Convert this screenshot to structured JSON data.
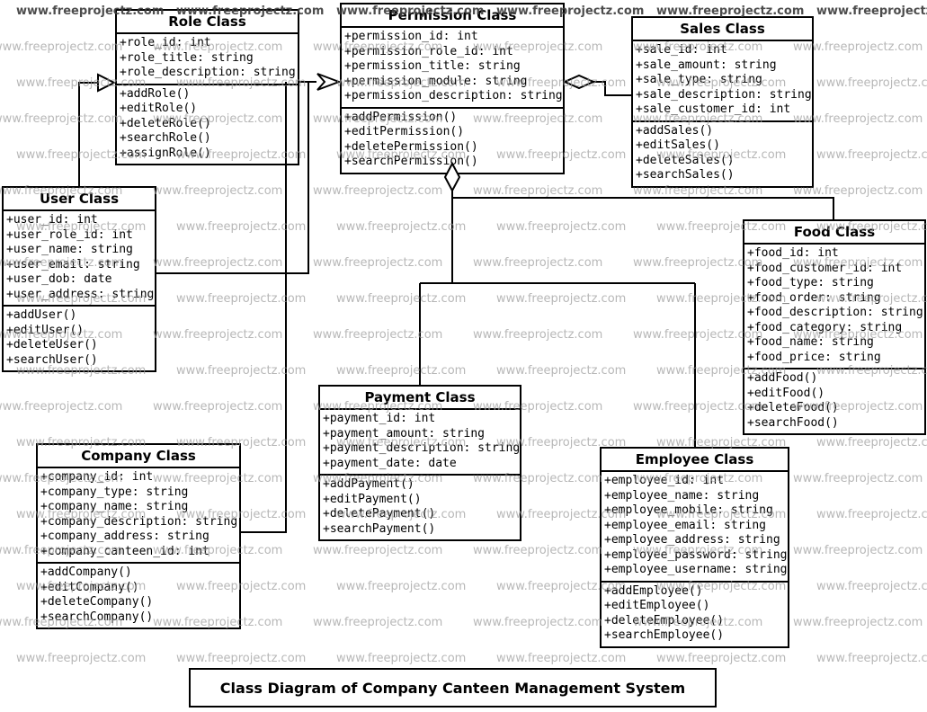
{
  "watermark": {
    "text": "www.freeprojectz.com"
  },
  "diagram_title": "Class Diagram of Company Canteen Management System",
  "classes": {
    "role": {
      "title": "Role Class",
      "attributes": [
        "+role_id: int",
        "+role_title: string",
        "+role_description: string"
      ],
      "methods": [
        "+addRole()",
        "+editRole()",
        "+deleteRole()",
        "+searchRole()",
        "+assignRole()"
      ]
    },
    "permission": {
      "title": "Permission Class",
      "attributes": [
        "+permission_id: int",
        "+permission_role_id: int",
        "+permission_title: string",
        "+permission_module: string",
        "+permission_description: string"
      ],
      "methods": [
        "+addPermission()",
        "+editPermission()",
        "+deletePermission()",
        "+searchPermission()"
      ]
    },
    "sales": {
      "title": "Sales Class",
      "attributes": [
        "+sale_id: int",
        "+sale_amount: string",
        "+sale_type: string",
        "+sale_description: string",
        "+sale_customer_id: int"
      ],
      "methods": [
        "+addSales()",
        "+editSales()",
        "+deleteSales()",
        "+searchSales()"
      ]
    },
    "user": {
      "title": "User Class",
      "attributes": [
        "+user_id: int",
        "+user_role_id: int",
        "+user_name: string",
        "+user_email: string",
        "+user_dob: date",
        "+user_address: string"
      ],
      "methods": [
        "+addUser()",
        "+editUser()",
        "+deleteUser()",
        "+searchUser()"
      ]
    },
    "food": {
      "title": "Food Class",
      "attributes": [
        "+food_id: int",
        "+food_customer_id: int",
        "+food_type: string",
        "+food_order: string",
        "+food_description: string",
        "+food_category: string",
        "+food_name: string",
        "+food_price: string"
      ],
      "methods": [
        "+addFood()",
        "+editFood()",
        "+deleteFood()",
        "+searchFood()"
      ]
    },
    "payment": {
      "title": "Payment Class",
      "attributes": [
        "+payment_id: int",
        "+payment_amount: string",
        "+payment_description: string",
        "+payment_date: date"
      ],
      "methods": [
        "+addPayment()",
        "+editPayment()",
        "+deletePayment()",
        "+searchPayment()"
      ]
    },
    "company": {
      "title": "Company Class",
      "attributes": [
        "+company_id: int",
        "+company_type: string",
        "+company_name: string",
        "+company_description: string",
        "+company_address: string",
        "+company_canteen_id: int"
      ],
      "methods": [
        "+addCompany()",
        "+editCompany()",
        "+deleteCompany()",
        "+searchCompany()"
      ]
    },
    "employee": {
      "title": "Employee Class",
      "attributes": [
        "+employee_id: int",
        "+employee_name: string",
        "+employee_mobile: string",
        "+employee_email: string",
        "+employee_address: string",
        "+employee_password: string",
        "+employee_username: string"
      ],
      "methods": [
        "+addEmployee()",
        "+editEmployee()",
        "+deleteEmployee()",
        "+searchEmployee()"
      ]
    }
  },
  "connectors": [
    {
      "from": "User Class",
      "to": "Role Class",
      "type": "generalization"
    },
    {
      "from": "Role Class",
      "to": "Permission Class",
      "type": "directed-association"
    },
    {
      "from": "User Class",
      "to": "Permission Class",
      "type": "association"
    },
    {
      "from": "Company Class",
      "to": "Permission Class",
      "type": "association"
    },
    {
      "from": "Permission Class",
      "to": "Sales Class",
      "type": "aggregation"
    },
    {
      "from": "Permission Class",
      "to": "Food Class",
      "type": "aggregation"
    },
    {
      "from": "Permission Class",
      "to": "Payment Class",
      "type": "aggregation"
    },
    {
      "from": "Permission Class",
      "to": "Employee Class",
      "type": "aggregation"
    }
  ]
}
